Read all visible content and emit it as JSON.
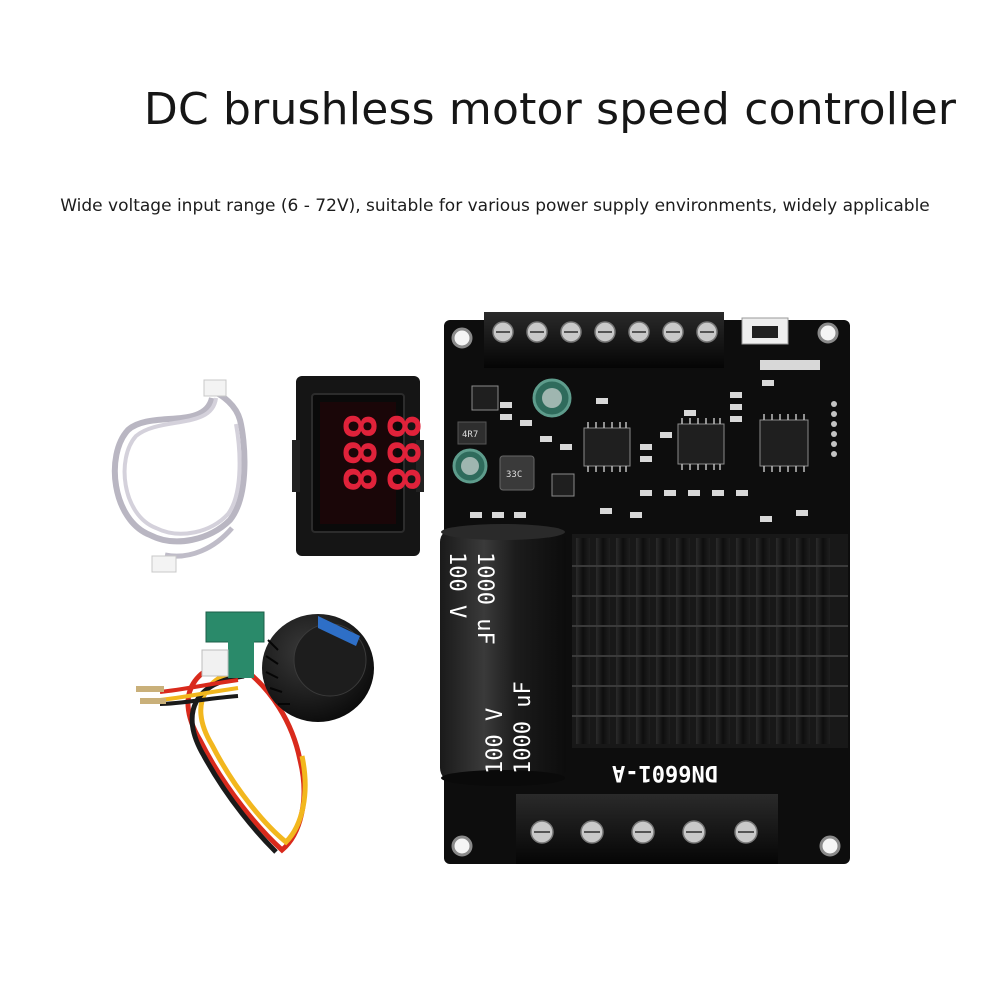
{
  "header": {
    "title": "DC brushless motor speed controller",
    "subtitle": "Wide voltage input range (6 - 72V), suitable for various power supply environments, widely applicable"
  },
  "product": {
    "board_model": "DN6601-A",
    "capacitor_value": "1000 uF",
    "capacitor_voltage": "100 V",
    "display_row1": "888",
    "display_row2": "888",
    "inductor_mark": "33C",
    "small_inductor_mark": "4R7"
  },
  "colors": {
    "pcb": "#0d0d0d",
    "heatsink": "#141414",
    "display_digits": "#e0223a",
    "wire_red": "#d92a1c",
    "wire_yellow": "#f2b71e",
    "wire_black": "#1a1a1a",
    "knob_accent": "#2e6fc7"
  }
}
